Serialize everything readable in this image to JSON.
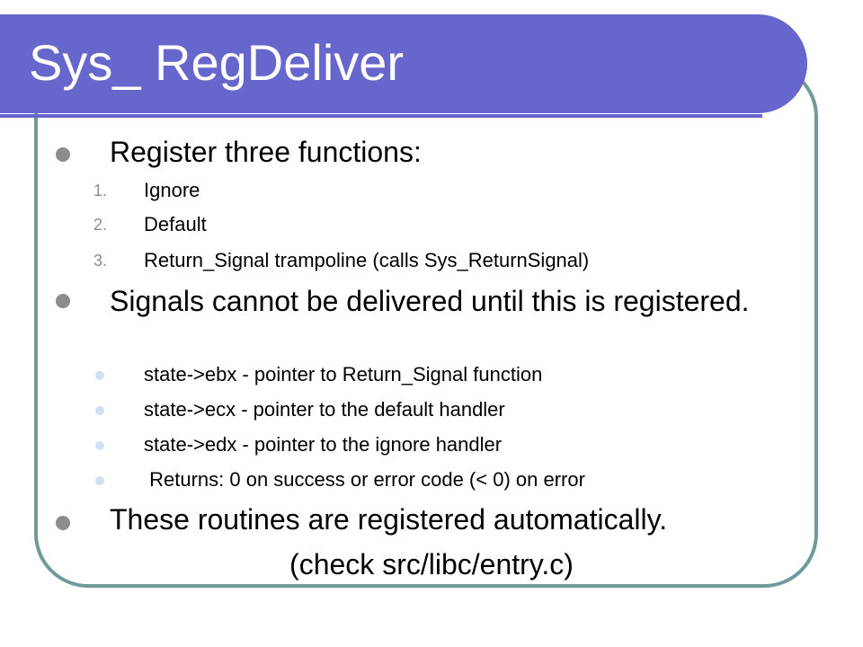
{
  "slide": {
    "title": "Sys_ RegDeliver",
    "item1": {
      "text": "Register three functions:",
      "subitems": [
        {
          "number": "1.",
          "text": "Ignore"
        },
        {
          "number": "2.",
          "text": "Default"
        },
        {
          "number": "3.",
          "text": "Return_Signal trampoline (calls Sys_ReturnSignal)"
        }
      ]
    },
    "item2": {
      "text": "Signals cannot be delivered until this is registered.",
      "subitems": [
        "state->ebx - pointer to Return_Signal function",
        "state->ecx - pointer to the default handler",
        "state->edx - pointer to the ignore handler",
        " Returns: 0 on success or error code (< 0) on error"
      ]
    },
    "item3": {
      "text": "These routines are registered automatically.",
      "note": "(check src/libc/entry.c)"
    }
  },
  "colors": {
    "title_bar": "#6666cc",
    "frame_border": "#6f9a9a",
    "bullet_primary": "#8c8c8c",
    "bullet_secondary": "#cfe0f0"
  }
}
